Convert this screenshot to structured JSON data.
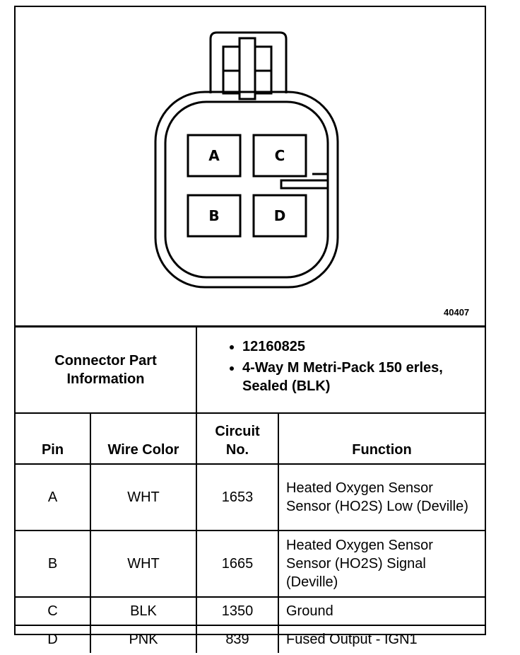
{
  "diagram": {
    "figure_number": "40407",
    "cavities": [
      {
        "label": "A"
      },
      {
        "label": "C"
      },
      {
        "label": "B"
      },
      {
        "label": "D"
      }
    ]
  },
  "connector_info": {
    "label": "Connector Part Information",
    "items": [
      "12160825",
      "4-Way M Metri-Pack 150 erles, Sealed (BLK)"
    ]
  },
  "table": {
    "headers": {
      "pin": "Pin",
      "wire_color": "Wire Color",
      "circuit": "Circuit No.",
      "function": "Function"
    },
    "rows": [
      {
        "pin": "A",
        "wire_color": "WHT",
        "circuit": "1653",
        "function": "Heated Oxygen Sensor Sensor (HO2S) Low (Deville)"
      },
      {
        "pin": "B",
        "wire_color": "WHT",
        "circuit": "1665",
        "function": "Heated Oxygen Sensor Sensor (HO2S) Signal (Deville)"
      },
      {
        "pin": "C",
        "wire_color": "BLK",
        "circuit": "1350",
        "function": "Ground"
      },
      {
        "pin": "D",
        "wire_color": "PNK",
        "circuit": "839",
        "function": "Fused Output - IGN1"
      }
    ]
  }
}
